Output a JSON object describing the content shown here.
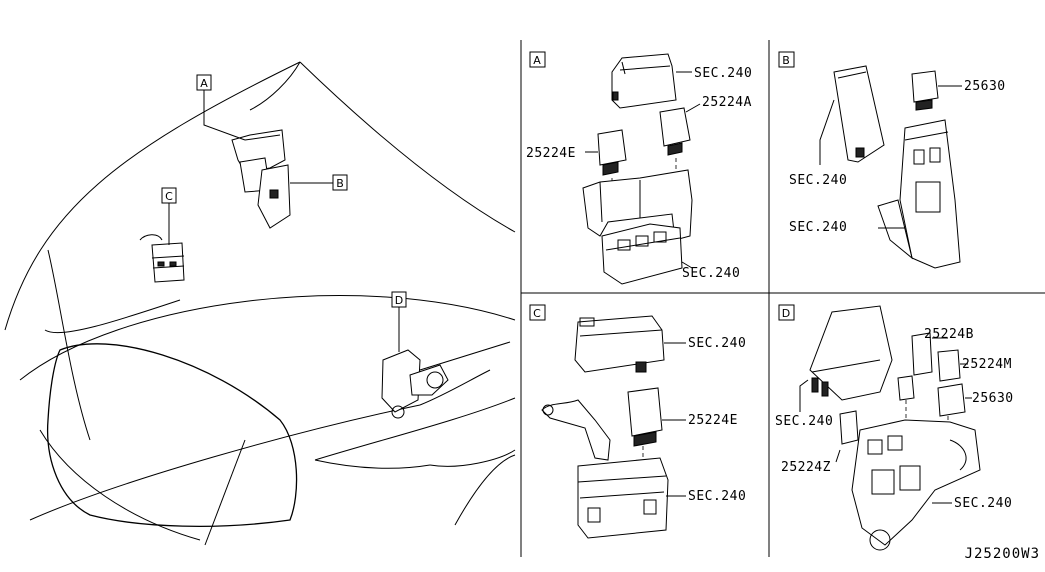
{
  "diagram_code": "J25200W3",
  "overview": {
    "callouts": [
      {
        "id": "A",
        "label": "A"
      },
      {
        "id": "B",
        "label": "B"
      },
      {
        "id": "C",
        "label": "C"
      },
      {
        "id": "D",
        "label": "D"
      }
    ]
  },
  "panels": {
    "A": {
      "tag": "A",
      "labels": {
        "cover": "SEC.240",
        "relay_a": "25224A",
        "relay_e": "25224E",
        "box": "SEC.240"
      }
    },
    "B": {
      "tag": "B",
      "labels": {
        "relay": "25630",
        "cover": "SEC.240",
        "box": "SEC.240"
      }
    },
    "C": {
      "tag": "C",
      "labels": {
        "cover": "SEC.240",
        "relay_e": "25224E",
        "box": "SEC.240"
      }
    },
    "D": {
      "tag": "D",
      "labels": {
        "relay_b": "25224B",
        "relay_m": "25224M",
        "relay_630": "25630",
        "cover": "SEC.240",
        "relay_z": "25224Z",
        "box": "SEC.240"
      }
    }
  }
}
